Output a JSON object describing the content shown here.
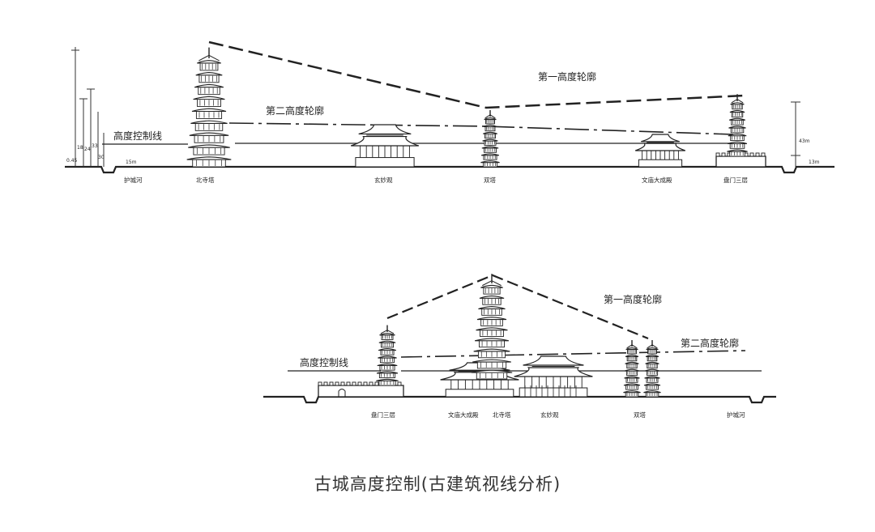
{
  "caption": "古城高度控制(古建筑视线分析)",
  "labels": {
    "first_contour": "第一高度轮廓",
    "second_contour": "第二高度轮廓",
    "height_control_line": "高度控制线"
  },
  "section_a": {
    "buildings": [
      "护城河",
      "北寺塔",
      "玄妙观",
      "双塔",
      "文庙大成殿",
      "盘门三层"
    ],
    "dims_left": [
      "0.45",
      "18",
      "24",
      "33",
      "30",
      "15m"
    ],
    "dims_right": [
      "43m",
      "13m"
    ]
  },
  "section_b": {
    "buildings": [
      "盘门三层",
      "文庙大成殿",
      "北寺塔",
      "玄妙观",
      "双塔",
      "护城河"
    ]
  }
}
